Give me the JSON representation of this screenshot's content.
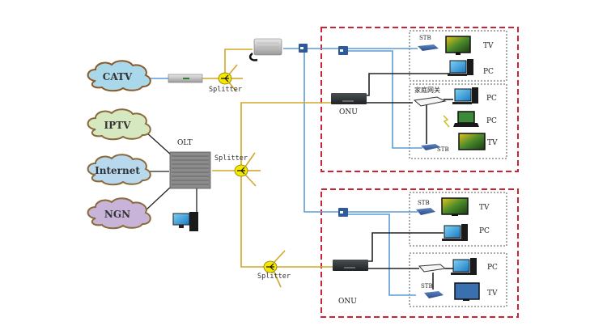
{
  "diagram": {
    "title": "",
    "type": "FTTH PON network topology",
    "colors": {
      "fiber_line": "#d4a52a",
      "coax_line": "#5b9bd5",
      "ethernet_line": "#222222",
      "user_zone_border": "#cc2233",
      "home_zone_border": "#555555",
      "splitter_fill": "#f4e800",
      "cloud_catv": "#a8d8ea",
      "cloud_iptv": "#d6e8c0",
      "cloud_internet": "#b8d8ee",
      "cloud_ngn": "#c8b4d8"
    },
    "services": [
      {
        "id": "catv",
        "label": "CATV"
      },
      {
        "id": "iptv",
        "label": "IPTV"
      },
      {
        "id": "internet",
        "label": "Internet"
      },
      {
        "id": "ngn",
        "label": "NGN"
      }
    ],
    "core": {
      "olt_label": "OLT",
      "splitter_top_label": "Splitter",
      "splitter_mid_label": "Splitter",
      "splitter_bottom_label": "Splitter"
    },
    "zones": [
      {
        "id": "zone-1",
        "onu_label": "ONU",
        "home_top": {
          "stb_label": "STB",
          "tv_label": "TV",
          "pc_label": "PC"
        },
        "home_bottom": {
          "gateway_label": "家庭网关",
          "pc1_label": "PC",
          "pc2_label": "PC",
          "stb_label": "STB",
          "tv_label": "TV"
        }
      },
      {
        "id": "zone-2",
        "onu_label": "ONU",
        "home_top": {
          "stb_label": "STB",
          "tv_label": "TV",
          "pc_label": "PC"
        },
        "home_bottom": {
          "pc_label": "PC",
          "stb_label": "STB",
          "tv_label": "TV"
        }
      }
    ]
  }
}
